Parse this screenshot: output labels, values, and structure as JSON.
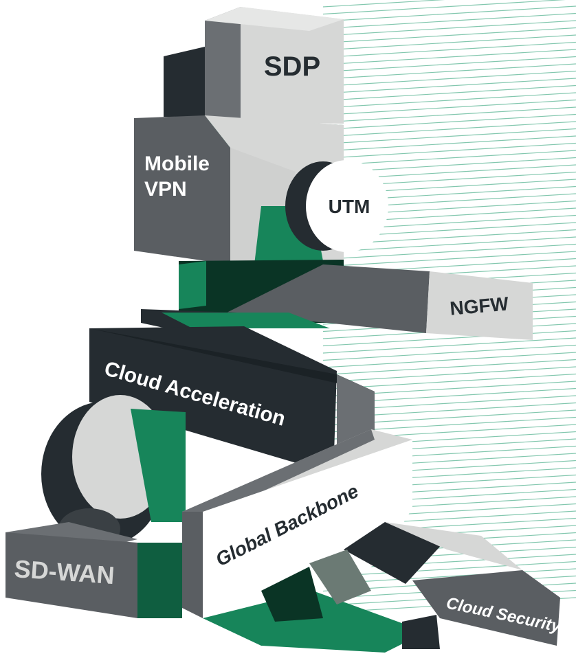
{
  "colors": {
    "dark": "#252c31",
    "darker": "#1b2226",
    "mid_gray": "#5a5e62",
    "gray": "#6b6f73",
    "light_gray": "#d6d7d6",
    "white": "#ffffff",
    "green": "#17855a",
    "green_dark": "#0f5e40",
    "green_deep": "#0a3425",
    "stripe": "#1e9a6d"
  },
  "blocks": {
    "sdp": "SDP",
    "mobile_vpn_line1": "Mobile",
    "mobile_vpn_line2": "VPN",
    "utm": "UTM",
    "ngfw": "NGFW",
    "cloud_acceleration": "Cloud Acceleration",
    "global_backbone": "Global Backbone",
    "sd_wan": "SD-WAN",
    "cloud_security": "Cloud Security"
  }
}
